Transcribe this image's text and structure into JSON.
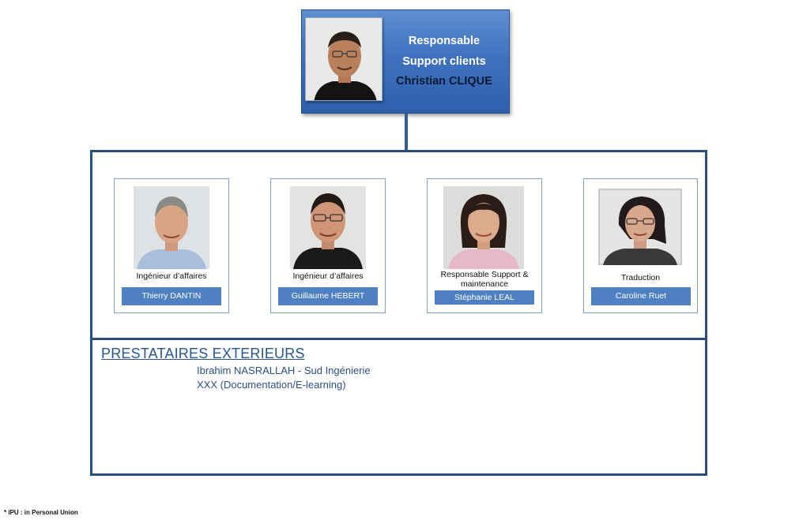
{
  "head": {
    "role_line1": "Responsable",
    "role_line2": "Support clients",
    "name": "Christian CLIQUE"
  },
  "team": [
    {
      "role": "Ingénieur d’affaires",
      "name": "Thierry DANTIN"
    },
    {
      "role": "Ingénieur d’affaires",
      "name": "Guillaume HEBERT"
    },
    {
      "role": "Responsable Support  & maintenance",
      "name": "Stéphanie LEAL"
    },
    {
      "role": "Traduction",
      "name": "Caroline Ruet"
    }
  ],
  "external": {
    "title": "PRESTATAIRES EXTERIEURS",
    "lines": [
      "Ibrahim NASRALLAH - Sud Ingénierie",
      "XXX (Documentation/E-learning)"
    ]
  },
  "footnote": "* iPU : in Personal Union",
  "colors": {
    "head_fill": "#3f72c0",
    "frame_border": "#264f7c",
    "name_bar": "#4f80c1"
  }
}
